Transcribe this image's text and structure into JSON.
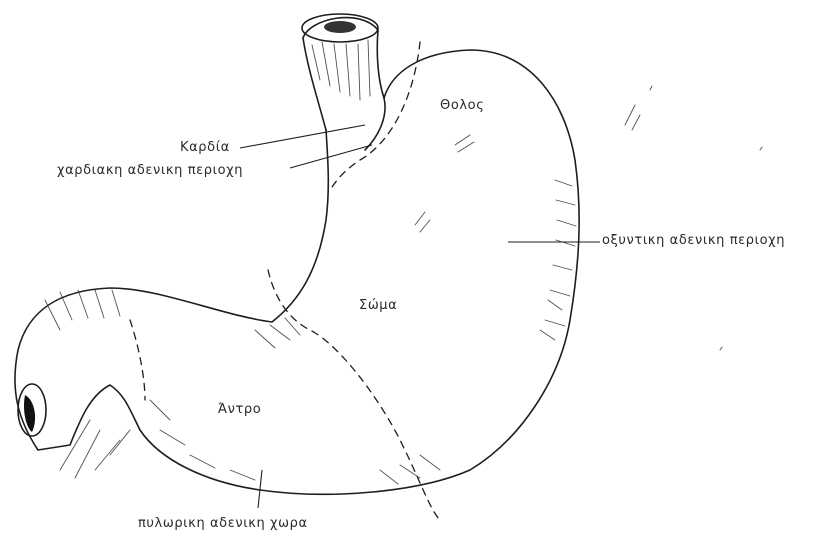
{
  "labels": {
    "fundus": "Θολος",
    "cardia": "Καρδία",
    "cardiac_gland_region": "χαρδιακη αδενικη περιοχη",
    "oxyntic_gland_region": "οξυντικη αδενικη περιοχη",
    "body": "Σώμα",
    "antrum": "Άντρο",
    "pyloric_gland_region": "πυλωρικη αδενικη χωρα"
  }
}
